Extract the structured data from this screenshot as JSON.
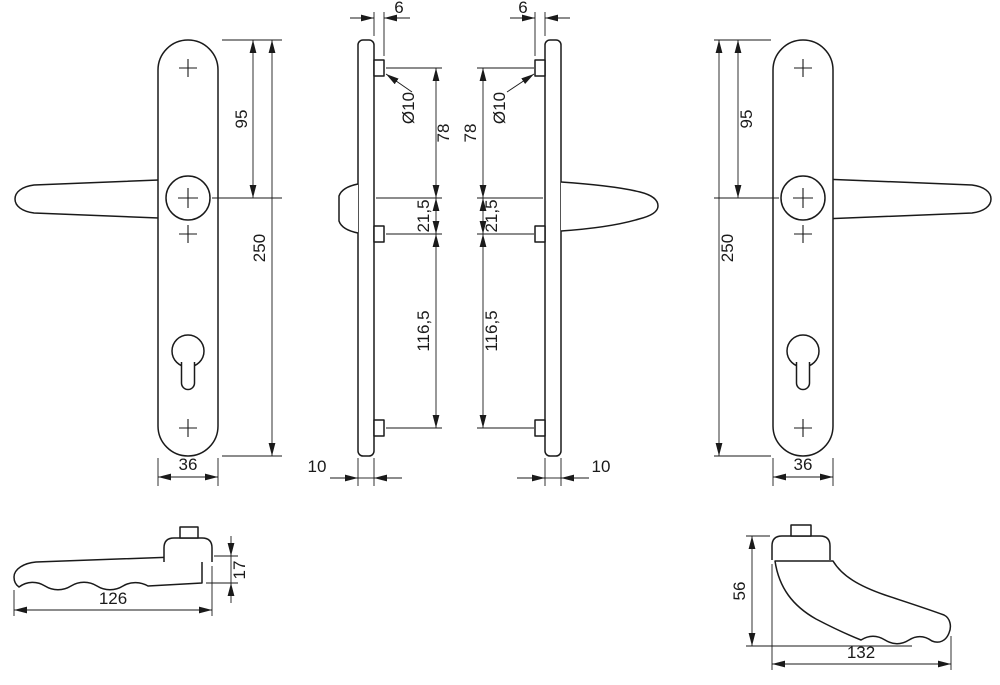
{
  "colors": {
    "line": "#1a1a1a",
    "background": "#ffffff"
  },
  "drawing": {
    "front_left": {
      "height_to_axis": "95",
      "plate_length": "250",
      "plate_width": "36"
    },
    "side_left": {
      "stud_protrusion": "6",
      "stud_diameter": "Ø10",
      "axis_to_top_stud": "78",
      "axis_to_mid_stud": "21,5",
      "mid_to_bottom_stud": "116,5",
      "plate_thickness": "10"
    },
    "side_right": {
      "stud_protrusion": "6",
      "stud_diameter": "Ø10",
      "axis_to_top_stud": "78",
      "axis_to_mid_stud": "21,5",
      "mid_to_bottom_stud": "116,5",
      "plate_thickness": "10"
    },
    "front_right": {
      "height_to_axis": "95",
      "plate_length": "250",
      "plate_width": "36"
    },
    "handle_top": {
      "grip_length": "126",
      "grip_height": "17"
    },
    "handle_side": {
      "projection": "56",
      "handle_length": "132"
    }
  }
}
